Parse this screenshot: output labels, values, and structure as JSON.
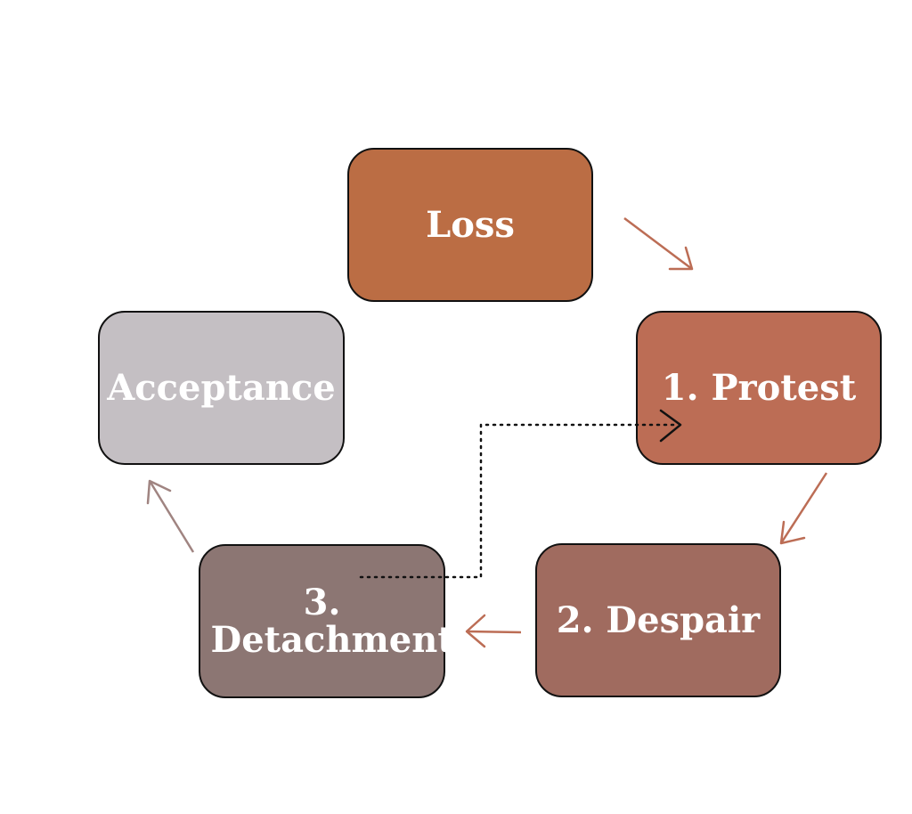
{
  "diagram": {
    "nodes": [
      {
        "id": "loss",
        "label": "Loss",
        "color": "#BB6D44"
      },
      {
        "id": "protest",
        "label": "1. Protest",
        "color": "#BC6D55"
      },
      {
        "id": "despair",
        "label": "2. Despair",
        "color": "#A06B5F"
      },
      {
        "id": "detachment",
        "label": "3. Detachment",
        "color": "#8C7673"
      },
      {
        "id": "acceptance",
        "label": "Acceptance",
        "color": "#C4BFC3"
      }
    ],
    "edges": [
      {
        "from": "loss",
        "to": "protest",
        "color": "#BC6D55",
        "style": "solid"
      },
      {
        "from": "protest",
        "to": "despair",
        "color": "#BC6D55",
        "style": "solid"
      },
      {
        "from": "despair",
        "to": "detachment",
        "color": "#BC6D55",
        "style": "solid"
      },
      {
        "from": "detachment",
        "to": "acceptance",
        "color": "#A08481",
        "style": "solid"
      },
      {
        "from": "detachment",
        "to": "protest",
        "color": "#111111",
        "style": "dotted"
      }
    ]
  }
}
